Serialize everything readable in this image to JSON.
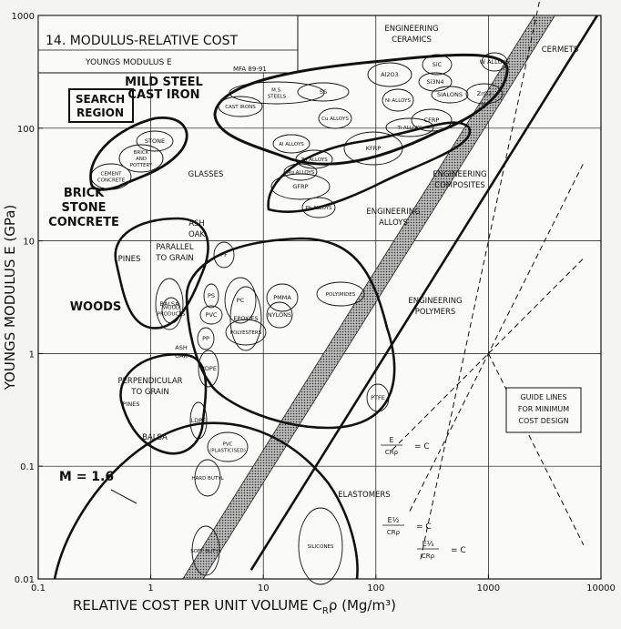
{
  "chart_data": {
    "type": "scatter",
    "title": "14. MODULUS-RELATIVE COST",
    "subtitle": "YOUNGS MODULUS E",
    "credit": "MFA 89-91",
    "xlabel": "RELATIVE COST PER UNIT VOLUME",
    "xlabel_sym_main": "C",
    "xlabel_sym_sub": "R",
    "xlabel_sym_rest": "ρ",
    "xlabel_unit": "(Mg/m³)",
    "ylabel": "YOUNGS MODULUS E (GPa)",
    "xscale": "log",
    "yscale": "log",
    "xlim": [
      0.1,
      10000
    ],
    "ylim": [
      0.01,
      1000
    ],
    "xticks": [
      "0.1",
      "1",
      "10",
      "100",
      "1000",
      "10000"
    ],
    "yticks": [
      "1000",
      "100",
      "10",
      "1",
      "0.1",
      "0.01"
    ],
    "grid": true,
    "search_region_label": "SEARCH REGION",
    "selection_line_label": "M = 1.6",
    "guide_note": "GUIDE LINES FOR MINIMUM COST DESIGN",
    "guide_eq1": {
      "num": "E",
      "den": "CRρ",
      "rhs": "= C"
    },
    "guide_eq2": {
      "num": "E½",
      "den": "CRρ",
      "rhs": "= C"
    },
    "guide_eq3": {
      "num": "E⅓",
      "den": "CRρ",
      "rhs": "= C"
    },
    "regions": [
      {
        "name": "MILD STEEL",
        "group": "bold"
      },
      {
        "name": "CAST IRON",
        "group": "bold"
      },
      {
        "name": "BRICK",
        "group": "bold"
      },
      {
        "name": "STONE",
        "group": "bold"
      },
      {
        "name": "CONCRETE",
        "group": "bold"
      },
      {
        "name": "WOODS",
        "group": "bold"
      }
    ],
    "annotations": [
      "ENGINEERING CERAMICS",
      "CERMETS",
      "ENGINEERING COMPOSITES",
      "ENGINEERING ALLOYS",
      "ENGINEERING POLYMERS",
      "ELASTOMERS",
      "GLASSES",
      "PARALLEL TO GRAIN",
      "PERPENDICULAR TO GRAIN",
      "PINES",
      "BALSA",
      "ASH OAK"
    ],
    "materials": [
      {
        "label": "Al2O3"
      },
      {
        "label": "SiC"
      },
      {
        "label": "Si3N4"
      },
      {
        "label": "SIALONS"
      },
      {
        "label": "ZrO2"
      },
      {
        "label": "W ALLOYS"
      },
      {
        "label": "Ni ALLOYS"
      },
      {
        "label": "Ti ALLOYS"
      },
      {
        "label": "Cu ALLOYS"
      },
      {
        "label": "CFRP"
      },
      {
        "label": "KFRP"
      },
      {
        "label": "GFRP"
      },
      {
        "label": "Al ALLOYS"
      },
      {
        "label": "Zn ALLOYS"
      },
      {
        "label": "Mg ALLOYS"
      },
      {
        "label": "Pb ALLOYS"
      },
      {
        "label": "M.S. STEELS"
      },
      {
        "label": "SS"
      },
      {
        "label": "CAST IRONS"
      },
      {
        "label": "STONE"
      },
      {
        "label": "BRICK AND POTTERY"
      },
      {
        "label": "CEMENT CONCRETE"
      },
      {
        "label": "PF"
      },
      {
        "label": "PS"
      },
      {
        "label": "PVC"
      },
      {
        "label": "PC"
      },
      {
        "label": "EPOXIES"
      },
      {
        "label": "POLYESTERS"
      },
      {
        "label": "PMMA"
      },
      {
        "label": "NYLONS"
      },
      {
        "label": "POLYIMIDES"
      },
      {
        "label": "PP"
      },
      {
        "label": "HDPE"
      },
      {
        "label": "LDPE"
      },
      {
        "label": "PTFE"
      },
      {
        "label": "PVC (PLASTICISED)"
      },
      {
        "label": "HARD BUTYL"
      },
      {
        "label": "SOFT BUTYL"
      },
      {
        "label": "SILICONES"
      },
      {
        "label": "BALSA"
      },
      {
        "label": "WOOD PRODUCTS"
      }
    ]
  }
}
